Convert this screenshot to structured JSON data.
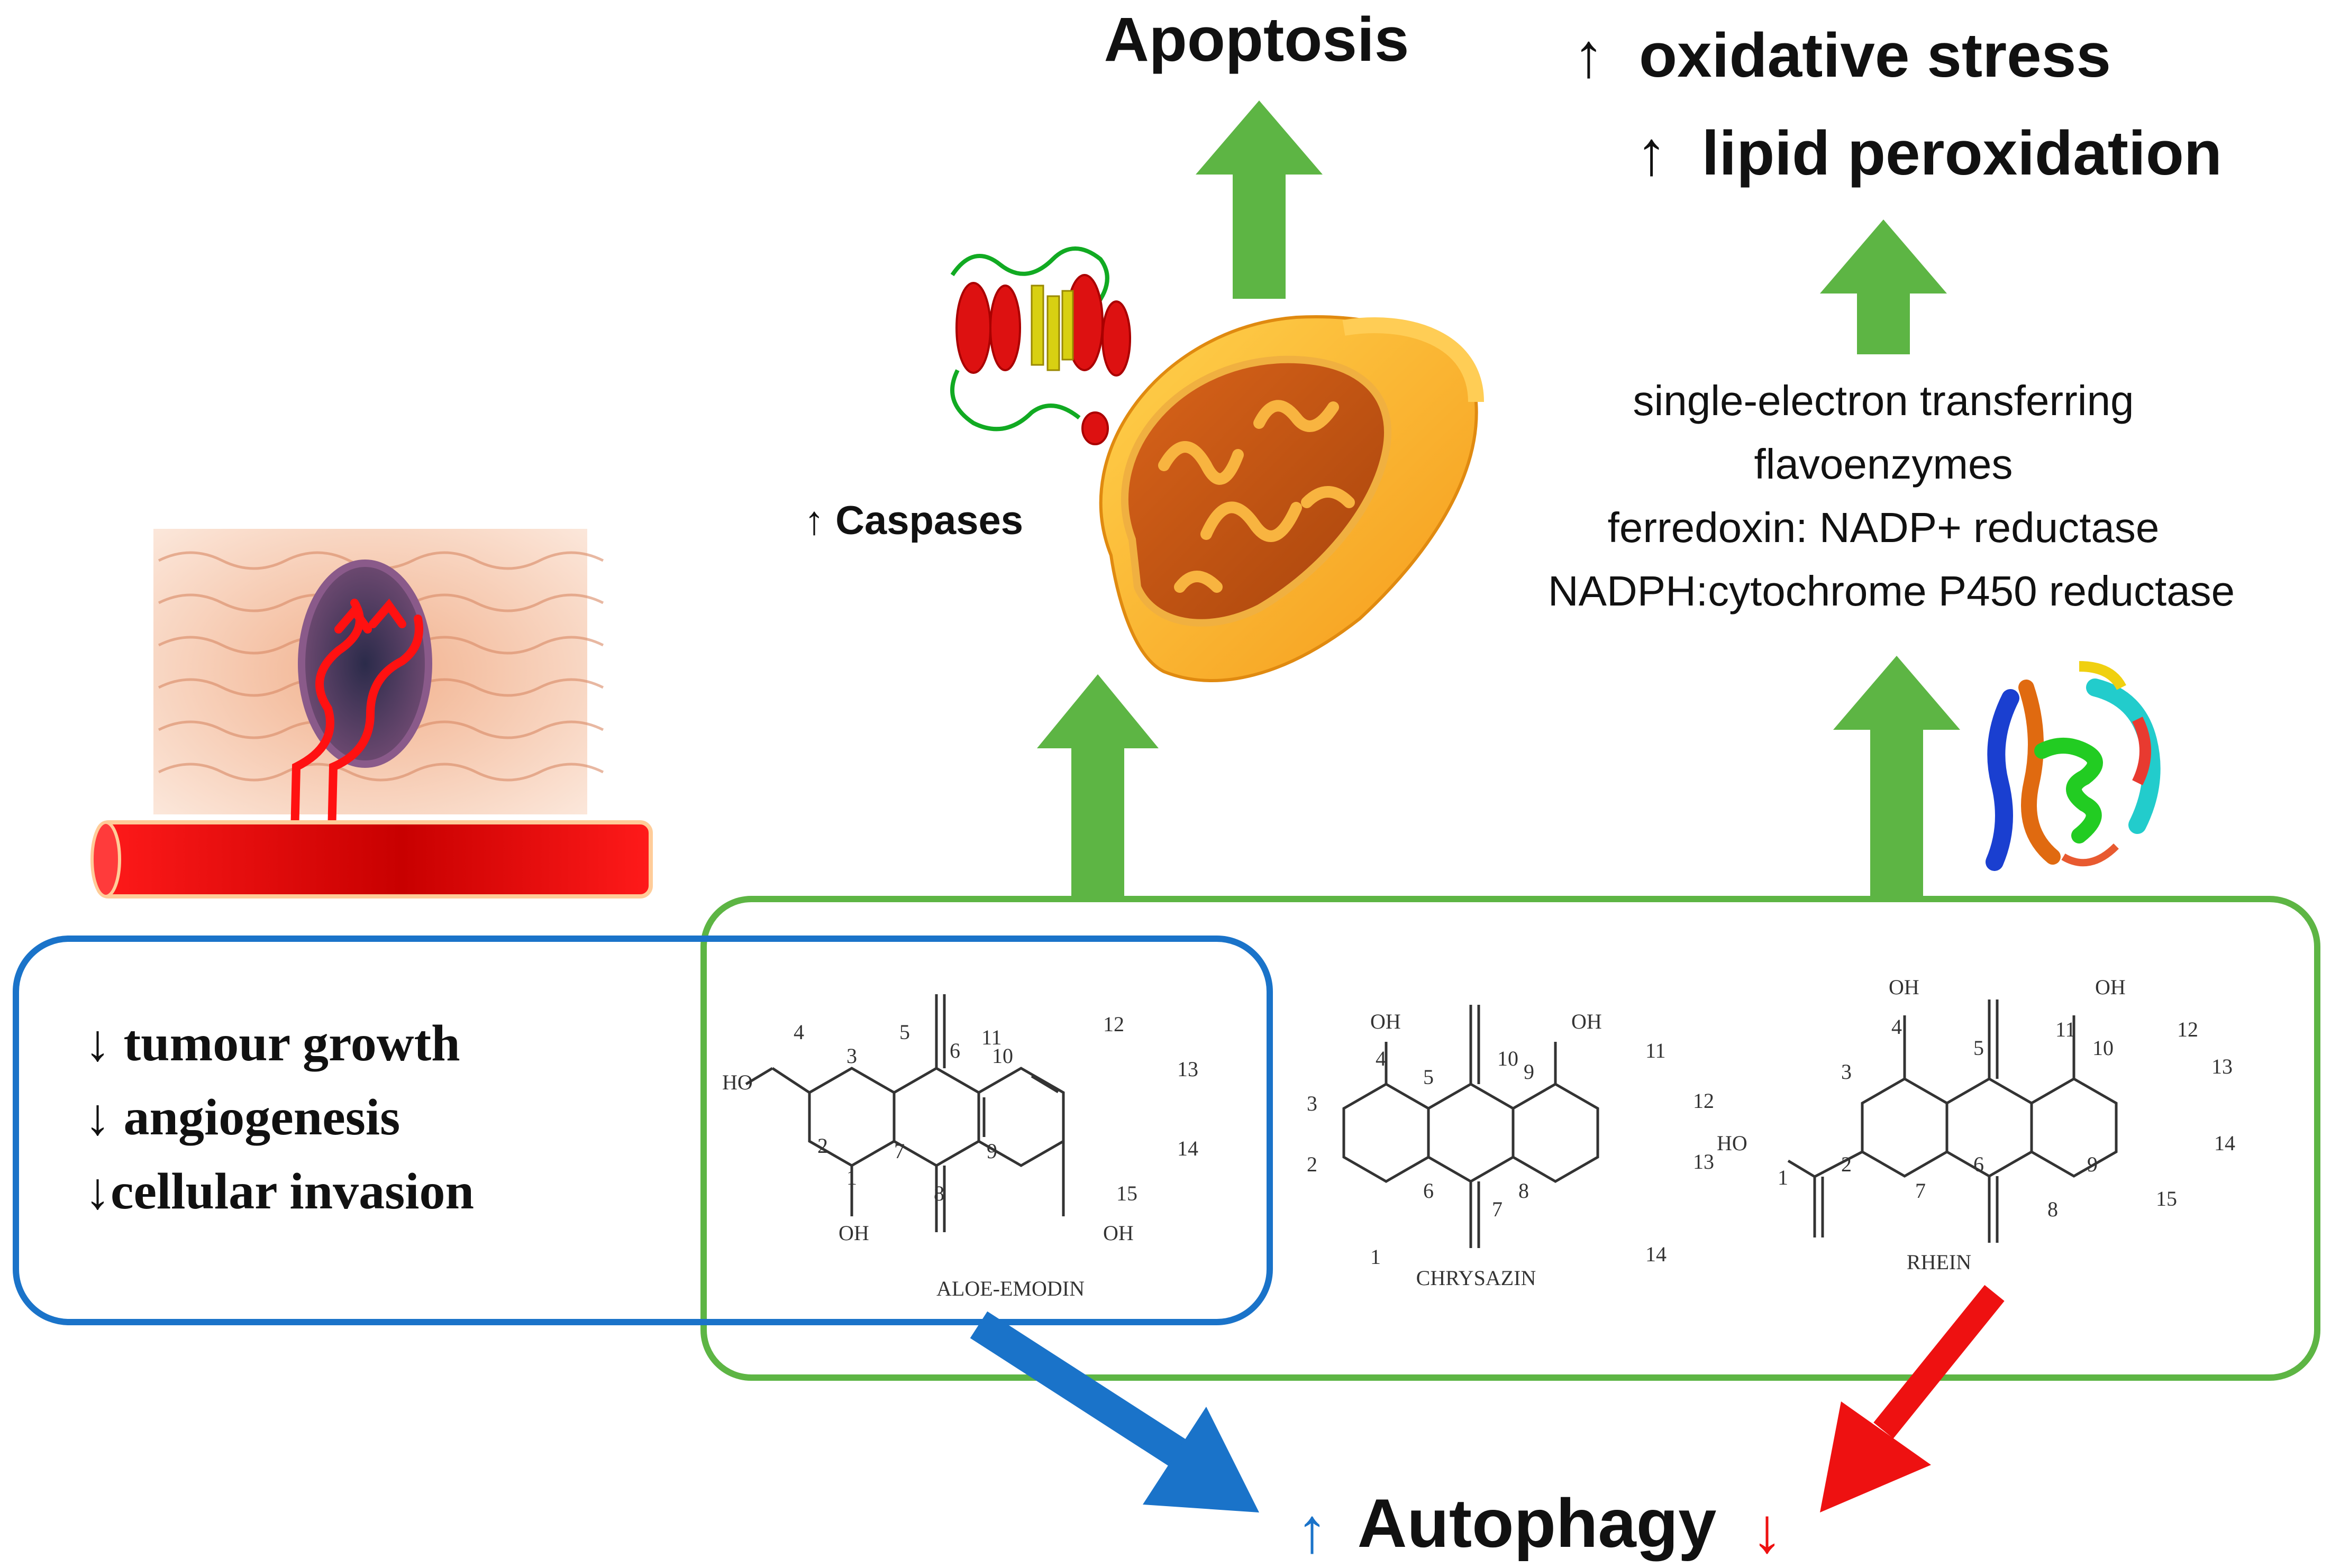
{
  "colors": {
    "green": "#5db544",
    "blue": "#1a73c9",
    "red": "#ee1111",
    "black": "#111111"
  },
  "labels": {
    "apoptosis": "Apoptosis",
    "oxidative_stress": "↑  oxidative stress",
    "lipid_peroxidation": "↑  lipid peroxidation",
    "caspases": "↑ Caspases",
    "enzymes": [
      "single-electron transferring",
      "flavoenzymes",
      "ferredoxin: NADP+ reductase",
      "NADPH:cytochrome P450 reductase"
    ],
    "effects": [
      "↓ tumour growth",
      "↓ angiogenesis",
      "↓cellular invasion"
    ],
    "autophagy": {
      "up_arrow": "↑",
      "text": "Autophagy",
      "down_arrow": "↓"
    }
  },
  "molecules": [
    {
      "name": "ALOE-EMODIN",
      "substituents": [
        "HO",
        "OH",
        "OH"
      ],
      "numbers": [
        "1",
        "2",
        "3",
        "4",
        "5",
        "6",
        "7",
        "8",
        "9",
        "10",
        "11",
        "12",
        "13",
        "14",
        "15"
      ]
    },
    {
      "name": "CHRYSAZIN",
      "substituents": [
        "OH",
        "OH"
      ],
      "numbers": [
        "1",
        "2",
        "3",
        "4",
        "5",
        "6",
        "7",
        "8",
        "9",
        "10",
        "11",
        "12",
        "13",
        "14"
      ]
    },
    {
      "name": "RHEIN",
      "substituents": [
        "OH",
        "OH",
        "HO"
      ],
      "numbers": [
        "1",
        "2",
        "3",
        "4",
        "5",
        "6",
        "7",
        "8",
        "9",
        "10",
        "11",
        "12",
        "13",
        "14",
        "15"
      ]
    }
  ]
}
